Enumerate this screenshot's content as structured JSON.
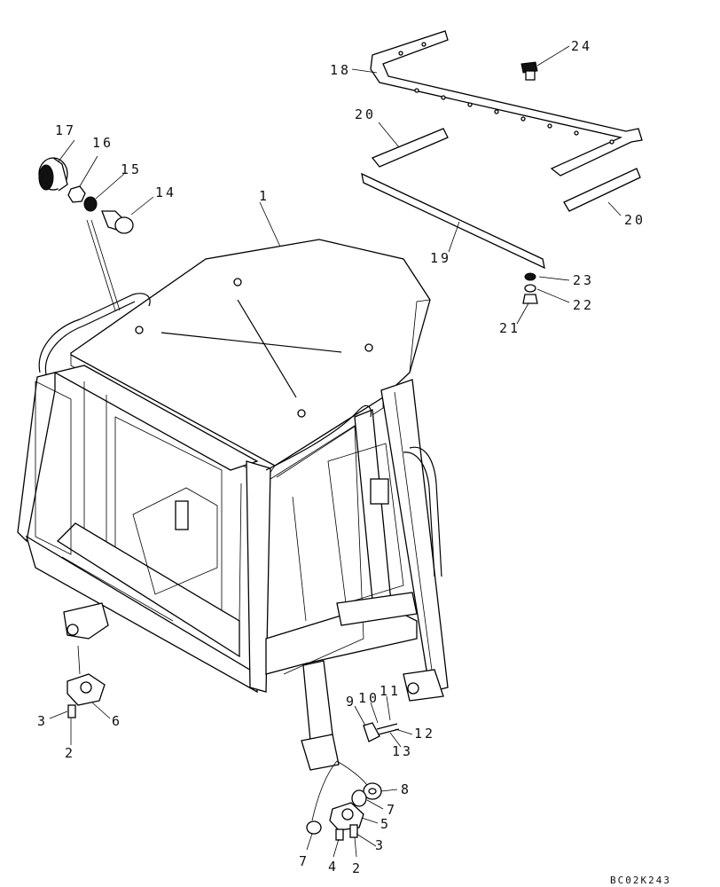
{
  "diagram": {
    "callouts": [
      "1",
      "2",
      "2",
      "3",
      "3",
      "4",
      "5",
      "6",
      "7",
      "7",
      "8",
      "9",
      "10",
      "11",
      "12",
      "13",
      "14",
      "15",
      "16",
      "17",
      "18",
      "19",
      "20",
      "20",
      "21",
      "22",
      "23",
      "24"
    ],
    "drawing_code": "BC02K243"
  }
}
